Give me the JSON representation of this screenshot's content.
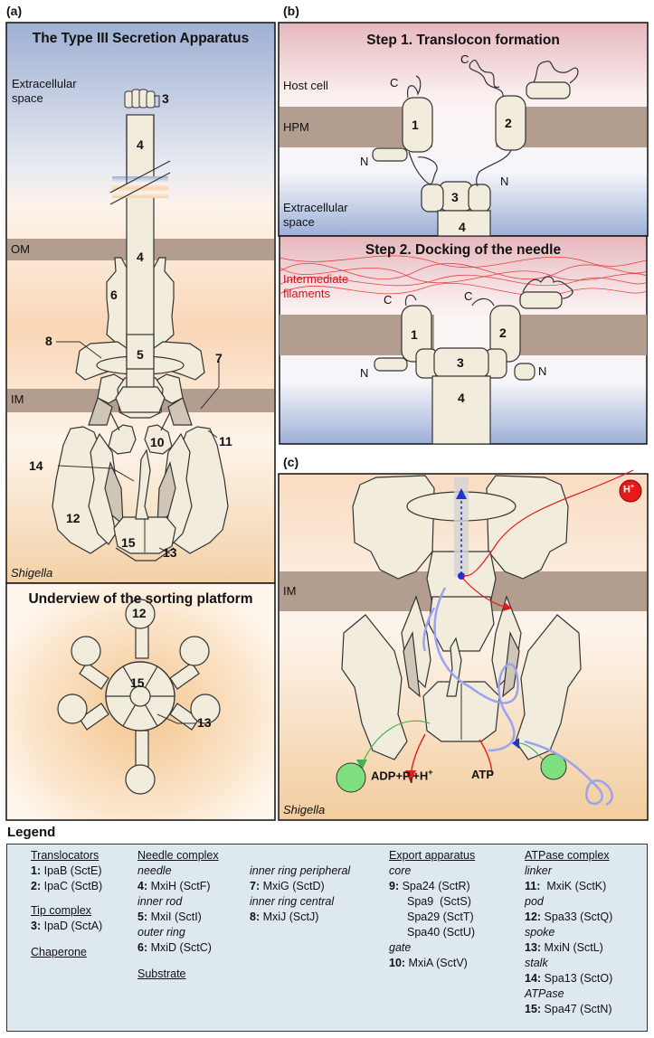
{
  "panels": {
    "a": {
      "letter": "(a)",
      "title": "The Type III Secretion Apparatus",
      "extracellular": [
        "Extracellular",
        "space"
      ],
      "om": "OM",
      "im": "IM",
      "organism": "Shigella",
      "labels": {
        "n3": "3",
        "n4a": "4",
        "n4b": "4",
        "n5": "5",
        "n6": "6",
        "n7": "7",
        "n8": "8",
        "n10": "10",
        "n11": "11",
        "n12": "12",
        "n13": "13",
        "n14": "14",
        "n15": "15"
      },
      "underview_title": "Underview of the sorting platform",
      "underview_labels": {
        "n12": "12",
        "n15": "15",
        "n13": "13"
      }
    },
    "b": {
      "letter": "(b)",
      "step1_title": "Step 1. Translocon formation",
      "host_cell": "Host cell",
      "hpm": "HPM",
      "extracellular": [
        "Extracellular",
        "space"
      ],
      "step2_title": "Step 2. Docking of the needle",
      "intermediate": [
        "Intermediate",
        "filaments"
      ],
      "labels": {
        "n1": "1",
        "n2": "2",
        "n3": "3",
        "n4": "4",
        "c": "C",
        "n": "N"
      }
    },
    "c": {
      "letter": "(c)",
      "im": "IM",
      "proton": "H",
      "proton_sup": "+",
      "adp": "ADP+P",
      "adp_sub": "i",
      "adp_rest": "+H",
      "adp_sup": "+",
      "atp": "ATP",
      "organism": "Shigella"
    }
  },
  "legend": {
    "title": "Legend",
    "translocators": {
      "header": "Translocators",
      "items": [
        {
          "num": "1:",
          "text": " IpaB (SctE)"
        },
        {
          "num": "2:",
          "text": " IpaC (SctB)"
        }
      ]
    },
    "tip": {
      "header": "Tip complex",
      "items": [
        {
          "num": "3:",
          "text": " IpaD (SctA)"
        }
      ]
    },
    "chaperone": "Chaperone",
    "substrate": "Substrate",
    "needle": {
      "header": "Needle complex",
      "sub1": "needle",
      "item1_num": "4:",
      "item1": " MxiH (SctF)",
      "sub2": "inner rod",
      "item2_num": "5:",
      "item2": " MxiI (SctI)",
      "sub3": "outer ring",
      "item3_num": "6:",
      "item3": " MxiD (SctC)"
    },
    "ring": {
      "sub1": "inner ring peripheral",
      "item1_num": "7:",
      "item1": " MxiG (SctD)",
      "sub2": "inner ring central",
      "item2_num": "8:",
      "item2": " MxiJ (SctJ)"
    },
    "export": {
      "header": "Export apparatus",
      "sub1": "core",
      "item1_num": "9:",
      "item1": " Spa24 (SctR)",
      "item2": "Spa9  (SctS)",
      "item3": "Spa29 (SctT)",
      "item4": "Spa40 (SctU)",
      "sub2": "gate",
      "item5_num": "10:",
      "item5": " MxiA (SctV)"
    },
    "atpase": {
      "header": "ATPase complex",
      "sub1": "linker",
      "item1_num": "11:",
      "item1": "  MxiK (SctK)",
      "sub2": "pod",
      "item2_num": "12:",
      "item2": " Spa33 (SctQ)",
      "sub3": "spoke",
      "item3_num": "13:",
      "item3": " MxiN (SctL)",
      "sub4": "stalk",
      "item4_num": "14:",
      "item4": " Spa13 (SctO)",
      "sub5": "ATPase",
      "item5_num": "15:",
      "item5": " Spa47 (SctN)"
    }
  },
  "colors": {
    "membrane": "#b39d8f",
    "protein": "#f2ecdc",
    "protein_dark": "#cfc6b8",
    "chaperone": "#7ee07e",
    "substrate": "#9aa3f0",
    "red": "#e31b1b",
    "blue_sky": "#9aaed0",
    "peach": "#f7dcc0"
  }
}
